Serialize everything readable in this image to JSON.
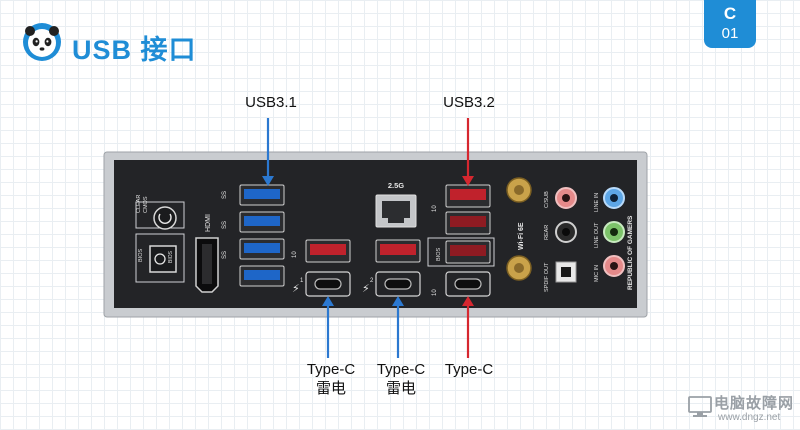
{
  "header": {
    "title": "USB 接口",
    "accent_color": "#1f8dd6"
  },
  "badge": {
    "letter": "C",
    "number": "01",
    "color": "#1f8dd6"
  },
  "callouts": {
    "usb31": {
      "label": "USB3.1",
      "color": "#2b78d0"
    },
    "usb32": {
      "label": "USB3.2",
      "color": "#d6272f"
    },
    "typec_tb1": {
      "line1": "Type-C",
      "line2": "雷电"
    },
    "typec_tb2": {
      "line1": "Type-C",
      "line2": "雷电"
    },
    "typec": {
      "line1": "Type-C"
    }
  },
  "panel": {
    "labels": {
      "clear_cmos_1": "CLEAR",
      "clear_cmos_2": "CMOS",
      "bios_left": "BIOS",
      "bios_button": "BIOS",
      "hdmi": "HDMI",
      "lan": "2.5G",
      "bios_usb": "BIOS",
      "wifi": "Wi-Fi 6E",
      "c_sub": "C/SUB",
      "rear": "REAR",
      "spdif": "SPDIF OUT",
      "line_in": "LINE IN",
      "line_out": "LINE OUT",
      "mic_in": "MIC IN",
      "brand": "REPUBLIC OF GAMERS",
      "ss": "SS",
      "ss10": "10",
      "tb_num_1": "1",
      "tb_num_2": "2"
    },
    "port_colors": {
      "usb_blue": "#1e66c8",
      "usb_red": "#c0222c",
      "usb_darkred": "#8e1b22",
      "audio_pink": "#e58a8a",
      "audio_blue": "#5da6e6",
      "audio_green": "#7cc36a",
      "audio_black": "#2a2a2a",
      "antenna_gold": "#c9a24a"
    }
  },
  "watermark": {
    "title": "电脑故障网",
    "url": "www.dngz.net"
  }
}
